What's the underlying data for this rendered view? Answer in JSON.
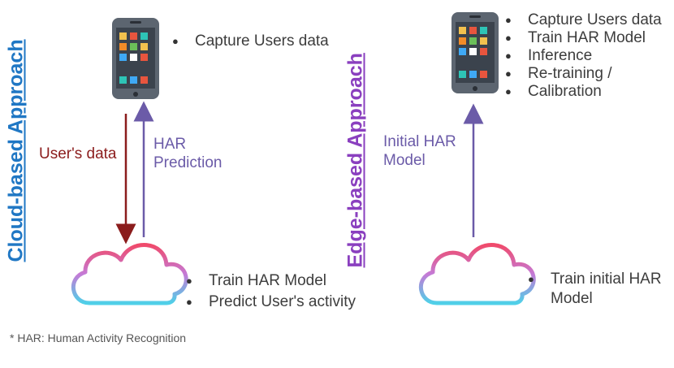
{
  "colors": {
    "cloud_title": "#1f77c4",
    "edge_title": "#8a3fbf",
    "users_data_arrow": "#8b1c1c",
    "prediction_arrow": "#6b5ba8",
    "cloud_gradient_start": "#f04a6b",
    "cloud_gradient_end": "#4fd0e8"
  },
  "cloud_section": {
    "title": "Cloud-based Approach",
    "phone_bullets": [
      "Capture Users data"
    ],
    "down_arrow_label": "User's data",
    "up_arrow_label_line1": "HAR",
    "up_arrow_label_line2": "Prediction",
    "cloud_bullets": [
      "Train HAR Model",
      "Predict User's activity"
    ]
  },
  "edge_section": {
    "title": "Edge-based Approach",
    "phone_bullets": [
      "Capture Users data",
      "Train HAR Model",
      "Inference",
      "Re-training /",
      "Calibration"
    ],
    "up_arrow_label_line1": "Initial HAR",
    "up_arrow_label_line2": "Model",
    "cloud_bullets_line1": "Train initial HAR",
    "cloud_bullets_line2": "Model"
  },
  "footnote": "* HAR: Human Activity Recognition",
  "icons": [
    "smartphone-icon",
    "cloud-icon"
  ]
}
